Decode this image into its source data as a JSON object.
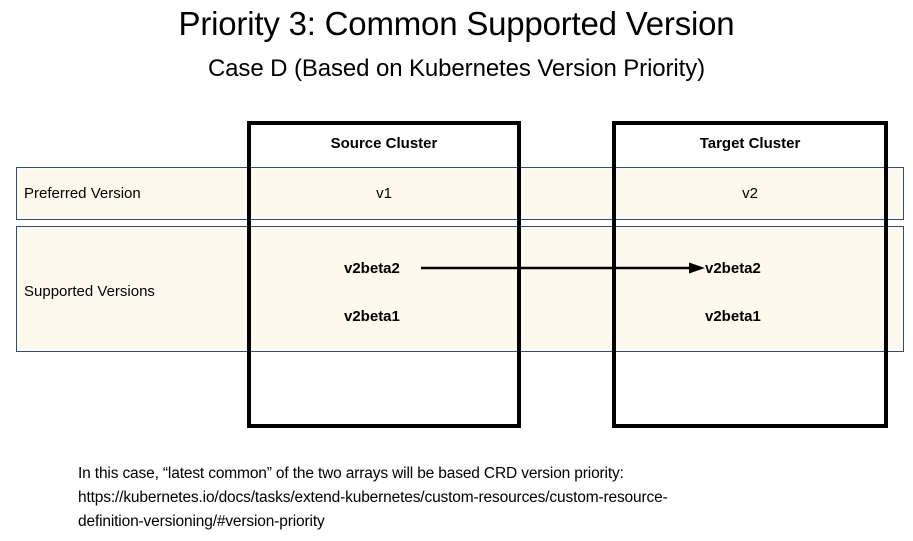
{
  "slide": {
    "title": "Priority 3: Common Supported Version",
    "subtitle": "Case D (Based on Kubernetes Version Priority)"
  },
  "colors": {
    "row_background": "#fdf9ec",
    "row_border": "#2e4d7b",
    "cluster_border": "#000000",
    "arrow": "#000000",
    "text": "#000000"
  },
  "clusters": {
    "source": {
      "label": "Source Cluster"
    },
    "target": {
      "label": "Target Cluster"
    }
  },
  "table": {
    "rows": [
      {
        "label": "Preferred Version",
        "source_value": "v1",
        "target_value": "v2"
      },
      {
        "label": "Supported Versions",
        "source_values": [
          "v2beta2",
          "v2beta1"
        ],
        "target_values": [
          "v2beta2",
          "v2beta1"
        ]
      }
    ]
  },
  "arrow": {
    "from": "v2beta2",
    "to": "v2beta2",
    "direction": "left-to-right"
  },
  "caption": {
    "line1": "In this case, “latest common” of the two arrays will be based CRD version priority:",
    "line2": "https://kubernetes.io/docs/tasks/extend-kubernetes/custom-resources/custom-resource-",
    "line3": "definition-versioning/#version-priority"
  }
}
